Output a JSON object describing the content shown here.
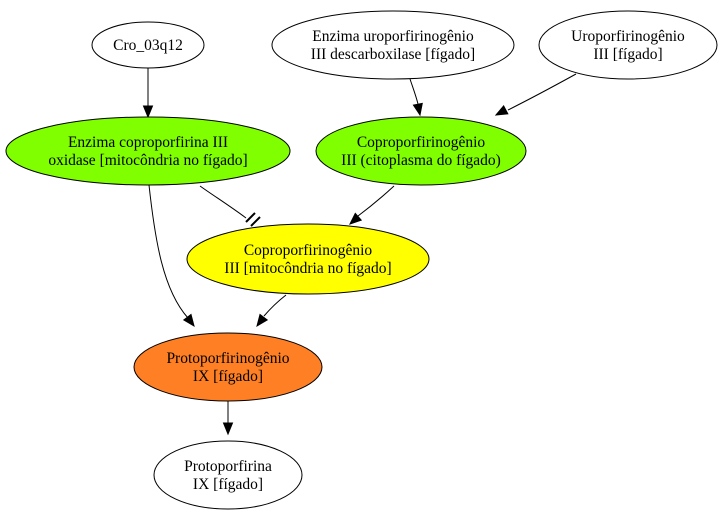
{
  "colors": {
    "green": "#7fff00",
    "yellow": "#ffff00",
    "orange": "#ff7f24",
    "white": "#ffffff",
    "stroke": "#000000"
  },
  "nodes": {
    "cro": {
      "lines": [
        "Cro_03q12"
      ],
      "color": "white"
    },
    "enzima_uro": {
      "lines": [
        "Enzima uroporfirinogênio",
        "III descarboxilase [fígado]"
      ],
      "color": "white"
    },
    "uro": {
      "lines": [
        "Uroporfirinogênio",
        "III [fígado]"
      ],
      "color": "white"
    },
    "enzima_copro": {
      "lines": [
        "Enzima coproporfirina III",
        "oxidase [mitocôndria no fígado]"
      ],
      "color": "green"
    },
    "copro_cito": {
      "lines": [
        "Coproporfirinogênio",
        "III (citoplasma do fígado)"
      ],
      "color": "green"
    },
    "copro_mito": {
      "lines": [
        "Coproporfirinogênio",
        "III [mitocôndria no fígado]"
      ],
      "color": "yellow"
    },
    "proto_gen": {
      "lines": [
        "Protoporfirinogênio",
        "IX [fígado]"
      ],
      "color": "orange"
    },
    "proto": {
      "lines": [
        "Protoporfirina",
        "IX [fígado]"
      ],
      "color": "white"
    }
  },
  "edges": [
    {
      "from": "cro",
      "to": "enzima_copro",
      "type": "arrow"
    },
    {
      "from": "enzima_uro",
      "to": "copro_cito",
      "type": "arrow"
    },
    {
      "from": "uro",
      "to": "copro_cito",
      "type": "arrow"
    },
    {
      "from": "enzima_copro",
      "to": "copro_mito",
      "type": "inhibit"
    },
    {
      "from": "enzima_copro",
      "to": "proto_gen",
      "type": "arrow"
    },
    {
      "from": "copro_cito",
      "to": "copro_mito",
      "type": "arrow"
    },
    {
      "from": "copro_mito",
      "to": "proto_gen",
      "type": "arrow"
    },
    {
      "from": "proto_gen",
      "to": "proto",
      "type": "arrow"
    }
  ]
}
